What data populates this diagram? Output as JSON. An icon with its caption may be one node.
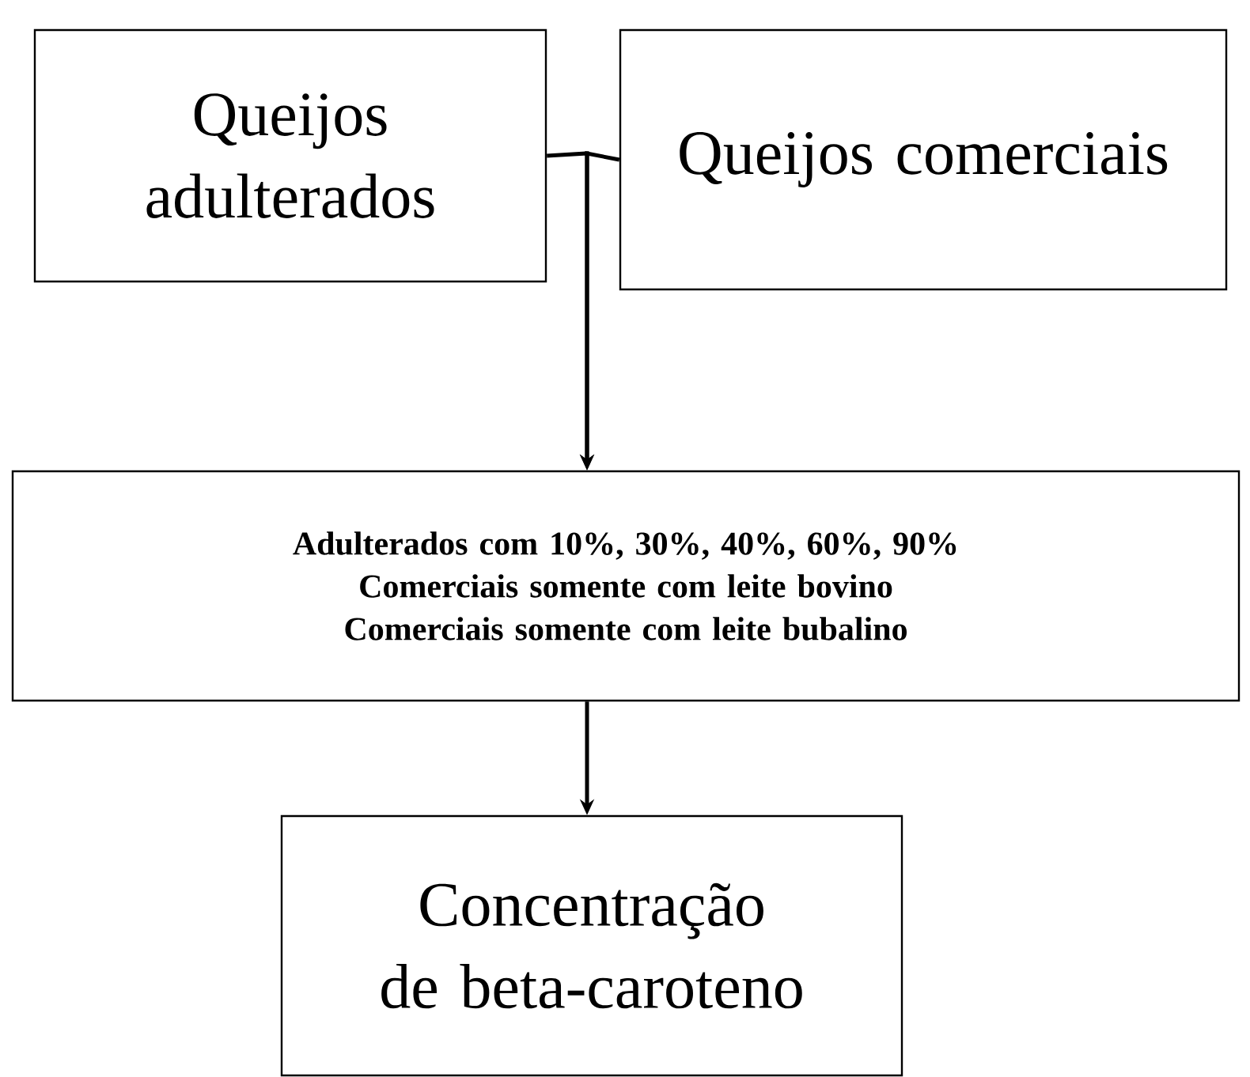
{
  "diagram": {
    "nodes": [
      {
        "text": [
          "Queijos adulterados"
        ]
      },
      {
        "text": [
          "Queijos comerciais"
        ]
      },
      {
        "text": [
          "Adulterados com 10%, 30%, 40%, 60%, 90%",
          "Comerciais somente com leite bovino",
          "Comerciais somente com leite bubalino"
        ]
      },
      {
        "text": [
          "Concentração de beta-caroteno"
        ]
      }
    ],
    "edges": [
      {
        "from": 0,
        "to": 2,
        "arrow": "to"
      },
      {
        "from": 1,
        "to": 2,
        "arrow": "to"
      },
      {
        "from": 2,
        "to": 3,
        "arrow": "to"
      }
    ]
  }
}
